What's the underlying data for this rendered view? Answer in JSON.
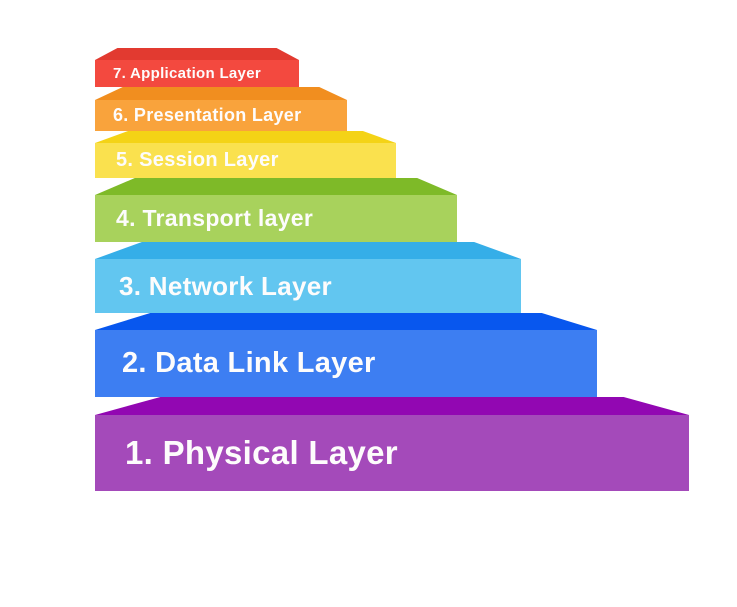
{
  "layers": [
    {
      "id": "application",
      "label": "7. Application Layer",
      "front_color": "#f3493f",
      "top_color": "#e23a30"
    },
    {
      "id": "presentation",
      "label": "6. Presentation Layer",
      "front_color": "#f9a33c",
      "top_color": "#f18e1f"
    },
    {
      "id": "session",
      "label": "5. Session Layer",
      "front_color": "#fae14e",
      "top_color": "#f4d316"
    },
    {
      "id": "transport",
      "label": "4. Transport layer",
      "front_color": "#a8d25c",
      "top_color": "#7eba28"
    },
    {
      "id": "network",
      "label": "3. Network Layer",
      "front_color": "#62c6f0",
      "top_color": "#35aee8"
    },
    {
      "id": "data-link",
      "label": "2. Data Link Layer",
      "front_color": "#3d7ef2",
      "top_color": "#0857ee"
    },
    {
      "id": "physical",
      "label": "1. Physical Layer",
      "front_color": "#a44aba",
      "top_color": "#9207b2"
    }
  ],
  "text_color": "#fdfcfc",
  "background_color": "#ffffff"
}
